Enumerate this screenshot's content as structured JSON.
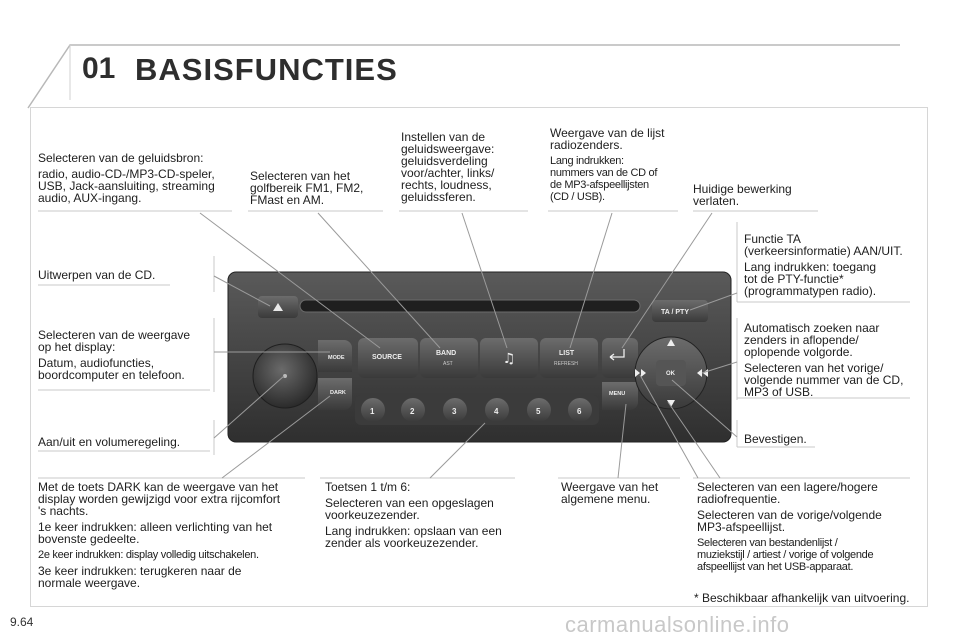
{
  "header": {
    "number": "01",
    "title": "BASISFUNCTIES"
  },
  "labels": {
    "source": [
      "Selecteren van de geluidsbron:",
      "radio, audio-CD-/MP3-CD-speler,\nUSB, Jack-aansluiting, streaming\naudio, AUX-ingang."
    ],
    "band": [
      "Selecteren van het\ngolfbereik FM1, FM2,\nFMast en AM."
    ],
    "sound": [
      "Instellen van de\ngeluidsweergave:\ngeluidsverdeling\nvoor/achter, links/\nrechts, loudness,\ngeluidssferen."
    ],
    "list": [
      "Weergave van de lijst\nradiozenders.",
      "Lang indrukken:\nnummers van de CD of\nde MP3-afspeellijsten\n(CD / USB)."
    ],
    "back": [
      "Huidige bewerking\nverlaten."
    ],
    "ta": [
      "Functie TA\n(verkeersinformatie) AAN/UIT.",
      "Lang indrukken: toegang\ntot de PTY-functie*\n(programmatypen radio)."
    ],
    "eject": [
      "Uitwerpen van de CD."
    ],
    "mode": [
      "Selecteren van de weergave\nop het display:",
      "Datum, audiofuncties,\nboordcomputer en telefoon."
    ],
    "seek": [
      "Automatisch zoeken naar\nzenders in aflopende/\noplopende volgorde.",
      "Selecteren van het vorige/\nvolgende nummer van de CD,\nMP3 of USB."
    ],
    "volume": [
      "Aan/uit en volumeregeling."
    ],
    "ok": [
      "Bevestigen."
    ],
    "dark": [
      "Met de toets DARK kan de weergave van het\ndisplay worden gewijzigd voor extra rijcomfort\n's nachts.",
      "1e keer indrukken: alleen verlichting van het\nbovenste gedeelte.",
      "2e keer indrukken: display volledig uitschakelen.",
      "3e keer indrukken: terugkeren naar de\nnormale weergave."
    ],
    "presets": [
      "Toetsen 1 t/m 6:",
      "Selecteren van een opgeslagen\nvoorkeuzezender.",
      "Lang indrukken: opslaan van een\nzender als voorkeuzezender."
    ],
    "menu": [
      "Weergave van het\nalgemene menu."
    ],
    "freq": [
      "Selecteren van een lagere/hogere\nradiofrequentie.",
      "Selecteren van de vorige/volgende\nMP3-afspeellijst.",
      "Selecteren van bestandenlijst /\nmuziekstijl / artiest / vorige of volgende\nafspeellijst van het USB-apparaat."
    ]
  },
  "radio": {
    "source": "SOURCE",
    "band": "BAND",
    "band_sub": "AST",
    "list": "LIST",
    "list_sub": "REFRESH",
    "ta_pty": "TA / PTY",
    "mode": "MODE",
    "dark": "DARK",
    "menu": "MENU",
    "ok": "OK",
    "presets": [
      "1",
      "2",
      "3",
      "4",
      "5",
      "6"
    ]
  },
  "footnote": "* Beschikbaar afhankelijk van uitvoering.",
  "page_number": "9.64",
  "watermark": "carmanualsonline.info"
}
